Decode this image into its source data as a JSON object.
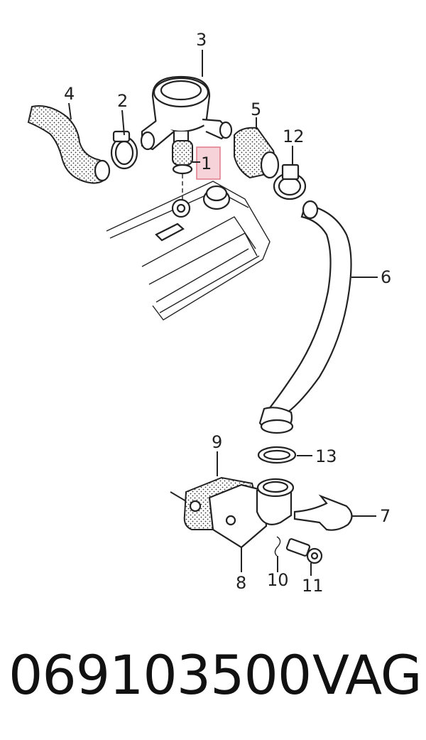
{
  "callouts": {
    "c1": "1",
    "c2": "2",
    "c3": "3",
    "c4": "4",
    "c5": "5",
    "c6": "6",
    "c7": "7",
    "c8": "8",
    "c9": "9",
    "c10": "10",
    "c11": "11",
    "c12": "12",
    "c13": "13"
  },
  "footer": {
    "part_number": "069103500",
    "brand": "VAG"
  },
  "colors": {
    "highlight_fill": "#f6d3d8",
    "highlight_stroke": "#e07b89",
    "ink": "#222222"
  }
}
